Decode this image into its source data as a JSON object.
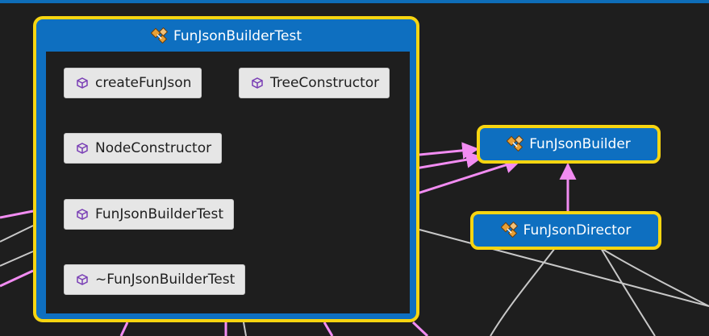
{
  "colors": {
    "background": "#1e1e1e",
    "node_fill": "#0e6fc0",
    "node_border": "#f7d511",
    "member_fill": "#e6e6e6",
    "edge_pink": "#f28cf2",
    "edge_gray": "#c8c8c8"
  },
  "group": {
    "title": "FunJsonBuilderTest",
    "icon": "class-icon",
    "members": [
      {
        "label": "createFunJson",
        "icon": "method-cube-icon"
      },
      {
        "label": "TreeConstructor",
        "icon": "method-cube-icon"
      },
      {
        "label": "NodeConstructor",
        "icon": "method-cube-icon"
      },
      {
        "label": "FunJsonBuilderTest",
        "icon": "method-cube-icon"
      },
      {
        "label": "~FunJsonBuilderTest",
        "icon": "method-cube-icon"
      }
    ]
  },
  "nodes": {
    "builder": {
      "label": "FunJsonBuilder",
      "icon": "class-icon"
    },
    "director": {
      "label": "FunJsonDirector",
      "icon": "class-icon"
    }
  }
}
